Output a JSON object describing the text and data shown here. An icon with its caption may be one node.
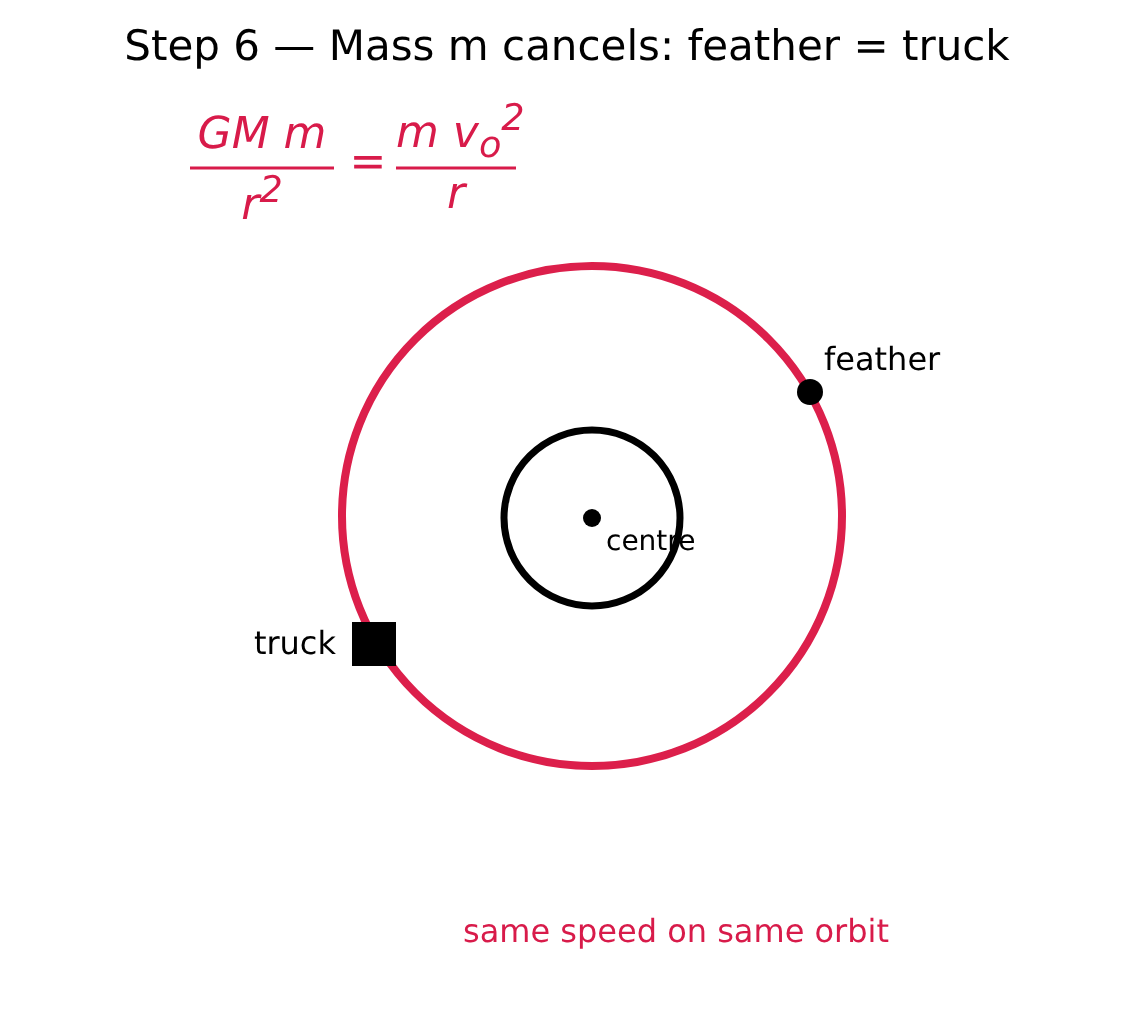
{
  "diagram": {
    "title": "Step 6 — Mass m cancels: feather = truck",
    "labels": [
      "GM m",
      "r$^{2}$",
      "=",
      "m v$_{o}$$^{2}$",
      "r",
      "feather",
      "centre",
      "truck",
      "same speed on same orbit"
    ]
  }
}
